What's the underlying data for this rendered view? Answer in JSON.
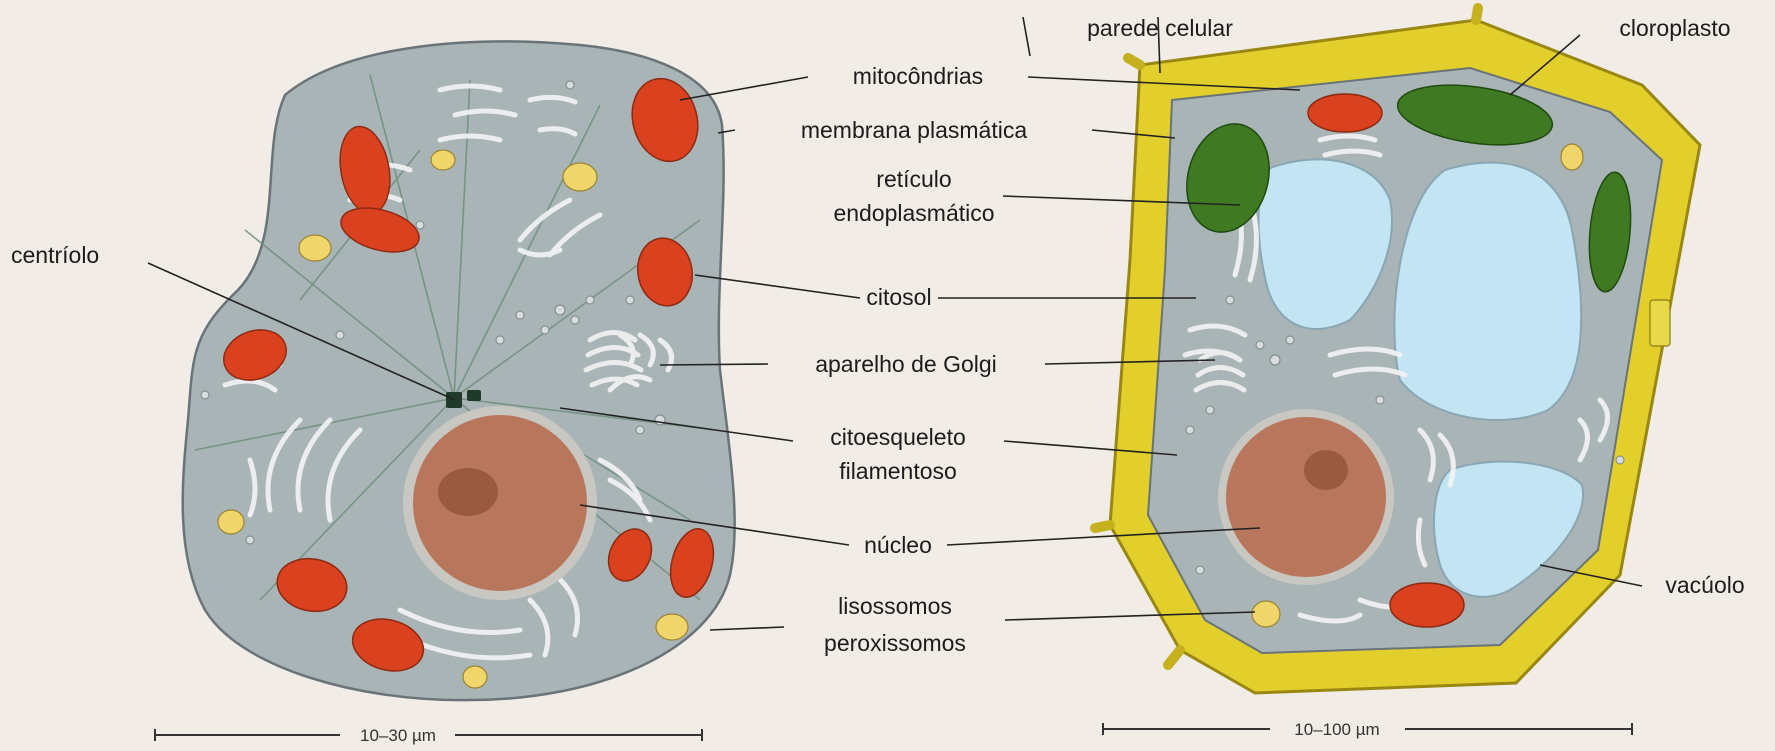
{
  "animal_cell": {
    "labels": {
      "centriolo": "centríolo",
      "mitocondrias": "mitocôndrias",
      "membrana": "membrana plasmática",
      "reticulo_1": "retículo",
      "reticulo_2": "endoplasmático",
      "citosol": "citosol",
      "golgi": "aparelho de Golgi",
      "citoesqueleto_1": "citoesqueleto",
      "citoesqueleto_2": "filamentoso",
      "nucleo": "núcleo",
      "lisossomos_1": "lisossomos",
      "lisossomos_2": "peroxissomos"
    },
    "scale": "10–30 µm"
  },
  "plant_cell": {
    "labels": {
      "parede": "parede celular",
      "cloroplasto": "cloroplasto",
      "vacuolo": "vacúolo"
    },
    "scale": "10–100 µm"
  },
  "colors": {
    "background": "#f1ede6",
    "cytoplasm": "#a9b4b7",
    "mitochondria": "#d9411f",
    "nucleus": "#b8775c",
    "wall": "#e2cf2c",
    "chloroplast": "#3f7a22",
    "vacuole": "#c2e4f3",
    "lysosome": "#f0d56a"
  }
}
